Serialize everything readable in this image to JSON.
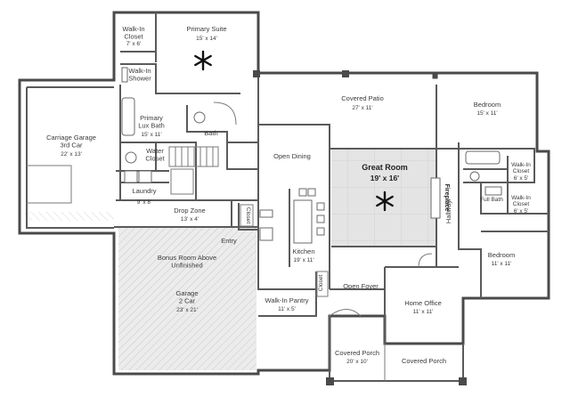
{
  "rooms": {
    "walkin_closet_primary": {
      "name": "Walk-In\nCloset",
      "dim": "7' x 6'"
    },
    "primary_suite": {
      "name": "Primary Suite",
      "dim": "15' x 14'"
    },
    "walkin_shower": {
      "name": "Walk-In\nShower"
    },
    "primary_lux_bath": {
      "name": "Primary\nLux Bath",
      "dim": "15' x 11'"
    },
    "bath": {
      "name": "Bath"
    },
    "water_closet": {
      "name": "Water\nCloset"
    },
    "laundry": {
      "name": "Laundry",
      "dim": "9' x 8'"
    },
    "carriage_garage": {
      "name": "Carriage Garage\n3rd Car",
      "dim": "22' x 13'"
    },
    "drop_zone": {
      "name": "Drop Zone",
      "dim": "13' x 4'"
    },
    "closet_drop": {
      "name": "Closet"
    },
    "entry": {
      "name": "Entry"
    },
    "bonus_room": {
      "name": "Bonus Room Above\nUnfinished"
    },
    "garage": {
      "name": "Garage\n2 Car",
      "dim": "23' x 21'"
    },
    "covered_patio": {
      "name": "Covered Patio",
      "dim": "27' x 11'"
    },
    "open_dining": {
      "name": "Open Dining"
    },
    "great_room": {
      "name": "Great Room",
      "dim": "19' x 16'"
    },
    "fireplace": {
      "name": "Fireplace"
    },
    "kitchen": {
      "name": "Kitchen",
      "dim": "19' x 11'"
    },
    "closet_kitchen": {
      "name": "Closet"
    },
    "open_foyer": {
      "name": "Open Foyer"
    },
    "walkin_pantry": {
      "name": "Walk-In Pantry",
      "dim": "11' x 5'"
    },
    "bedroom_1": {
      "name": "Bedroom",
      "dim": "15' x 11'"
    },
    "walkin_closet_b1": {
      "name": "Walk-In\nCloset",
      "dim": "6' x 5'"
    },
    "full_bath": {
      "name": "Full Bath"
    },
    "walkin_closet_b2": {
      "name": "Walk-In\nCloset",
      "dim": "6' x 5'"
    },
    "hallway": {
      "name": "Hallway"
    },
    "bedroom_2": {
      "name": "Bedroom",
      "dim": "11' x 11'"
    },
    "home_office": {
      "name": "Home Office",
      "dim": "11' x 11'"
    },
    "covered_porch_1": {
      "name": "Covered Porch",
      "dim": "20' x 10'"
    },
    "covered_porch_2": {
      "name": "Covered Porch"
    }
  },
  "colors": {
    "wall": "#4a4a4a",
    "great_room_floor": "#e4e4e4",
    "garage_floor": "#ececec",
    "hatch": "#c8c8c8",
    "text": "#3a3a3a"
  },
  "icons": [
    "asterisk-marker-icon"
  ]
}
